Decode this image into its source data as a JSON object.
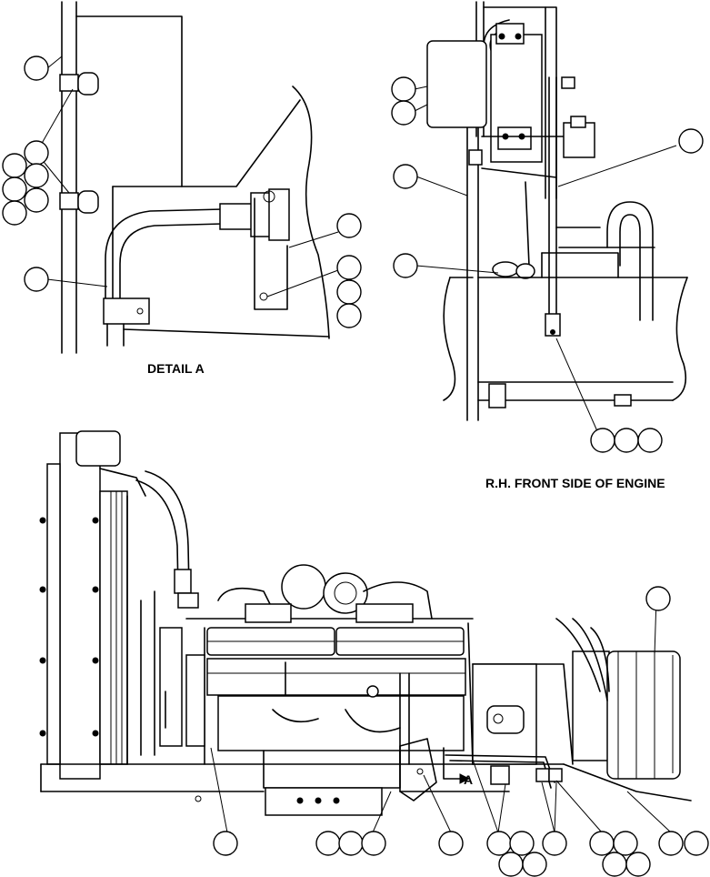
{
  "labels": {
    "detail_a": "DETAIL A",
    "rh_front": "R.H. FRONT SIDE OF ENGINE",
    "view_arrow": "A"
  }
}
